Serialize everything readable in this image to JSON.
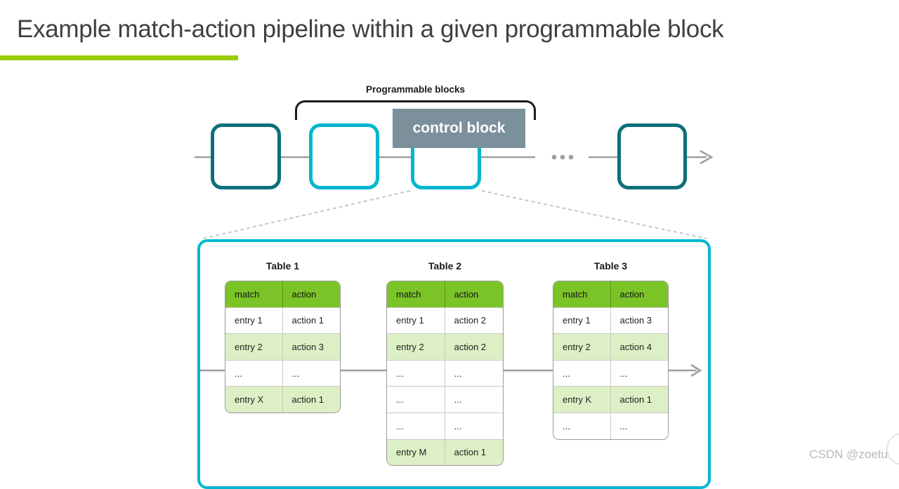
{
  "title": "Example match-action pipeline within a given programmable block",
  "colors": {
    "accent_green": "#99CB00",
    "header_green": "#7BC428",
    "row_green": "#DDEFC4",
    "teal_dark": "#0E6F7B",
    "cyan": "#00B7CF",
    "slate": "#7C909B",
    "gray_line": "#9E9E9E",
    "dash_gray": "#C6C6C6"
  },
  "pipeline": {
    "label": "Programmable blocks",
    "control_block_label": "control block"
  },
  "tables": [
    {
      "title": "Table 1",
      "header": [
        "match",
        "action"
      ],
      "rows": [
        {
          "cells": [
            "entry 1",
            "action 1"
          ],
          "shaded": false
        },
        {
          "cells": [
            "entry 2",
            "action 3"
          ],
          "shaded": true
        },
        {
          "cells": [
            "...",
            "..."
          ],
          "shaded": false
        },
        {
          "cells": [
            "entry X",
            "action 1"
          ],
          "shaded": true
        }
      ]
    },
    {
      "title": "Table 2",
      "header": [
        "match",
        "action"
      ],
      "rows": [
        {
          "cells": [
            "entry 1",
            "action 2"
          ],
          "shaded": false
        },
        {
          "cells": [
            "entry 2",
            "action 2"
          ],
          "shaded": true
        },
        {
          "cells": [
            "...",
            "..."
          ],
          "shaded": false
        },
        {
          "cells": [
            "...",
            "..."
          ],
          "shaded": false
        },
        {
          "cells": [
            "...",
            "..."
          ],
          "shaded": false
        },
        {
          "cells": [
            "entry M",
            "action 1"
          ],
          "shaded": true
        }
      ]
    },
    {
      "title": "Table 3",
      "header": [
        "match",
        "action"
      ],
      "rows": [
        {
          "cells": [
            "entry 1",
            "action 3"
          ],
          "shaded": false
        },
        {
          "cells": [
            "entry 2",
            "action 4"
          ],
          "shaded": true
        },
        {
          "cells": [
            "...",
            "..."
          ],
          "shaded": false
        },
        {
          "cells": [
            "entry K",
            "action 1"
          ],
          "shaded": true
        },
        {
          "cells": [
            "...",
            "..."
          ],
          "shaded": false
        }
      ]
    }
  ],
  "watermark": "CSDN @zoetu"
}
